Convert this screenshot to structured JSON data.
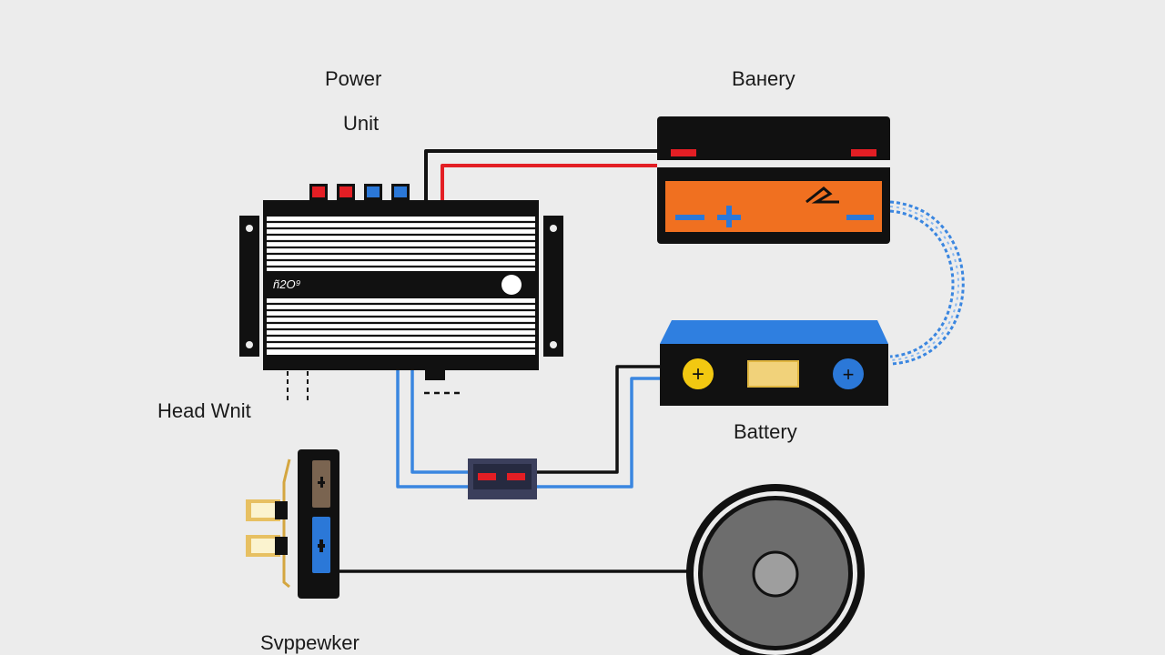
{
  "labels": {
    "power_line1": "Power",
    "power_line2": "Unit",
    "battery_top": "Baнery",
    "battery_bottom": "Battery",
    "head_unit": "Head Wnit",
    "subwoofer": "Svppewker"
  },
  "amplifier": {
    "model_text": "ñ2O⁹"
  },
  "colors": {
    "background": "#ececec",
    "wire_power": "#e31e24",
    "wire_ground": "#111111",
    "wire_signal": "#3a86e0",
    "battery_orange": "#f07020",
    "battery_blue_cap": "#2f7fe0",
    "terminal_yellow": "#f2c811",
    "terminal_blue": "#2b78d8"
  }
}
